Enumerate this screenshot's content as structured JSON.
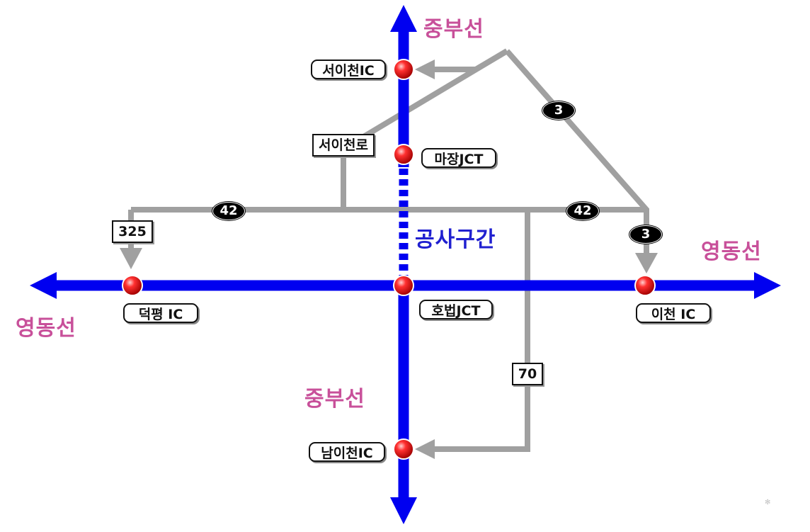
{
  "lines": {
    "north": "중부선",
    "south": "중부선",
    "east": "영동선",
    "west": "영동선"
  },
  "zone_label": "공사구간",
  "interchanges": {
    "seoicheon_ic": "서이천IC",
    "majang_jct": "마장JCT",
    "hobeop_jct": "호법JCT",
    "deokpyeong_ic": "덕평 IC",
    "icheon_ic": "이천 IC",
    "namicheon_ic": "남이천IC"
  },
  "roads": {
    "seoicheon_ro": "서이천로",
    "route_325": "325",
    "route_70": "70",
    "route_42_west": "42",
    "route_42_east": "42",
    "route_3_upper": "3",
    "route_3_lower": "3"
  },
  "colors": {
    "highway": "#0000f0",
    "local_road": "#a0a0a0",
    "line_label": "#c8509a",
    "zone_label": "#2020d0",
    "node": "#e00000"
  },
  "corner_mark": "✻"
}
